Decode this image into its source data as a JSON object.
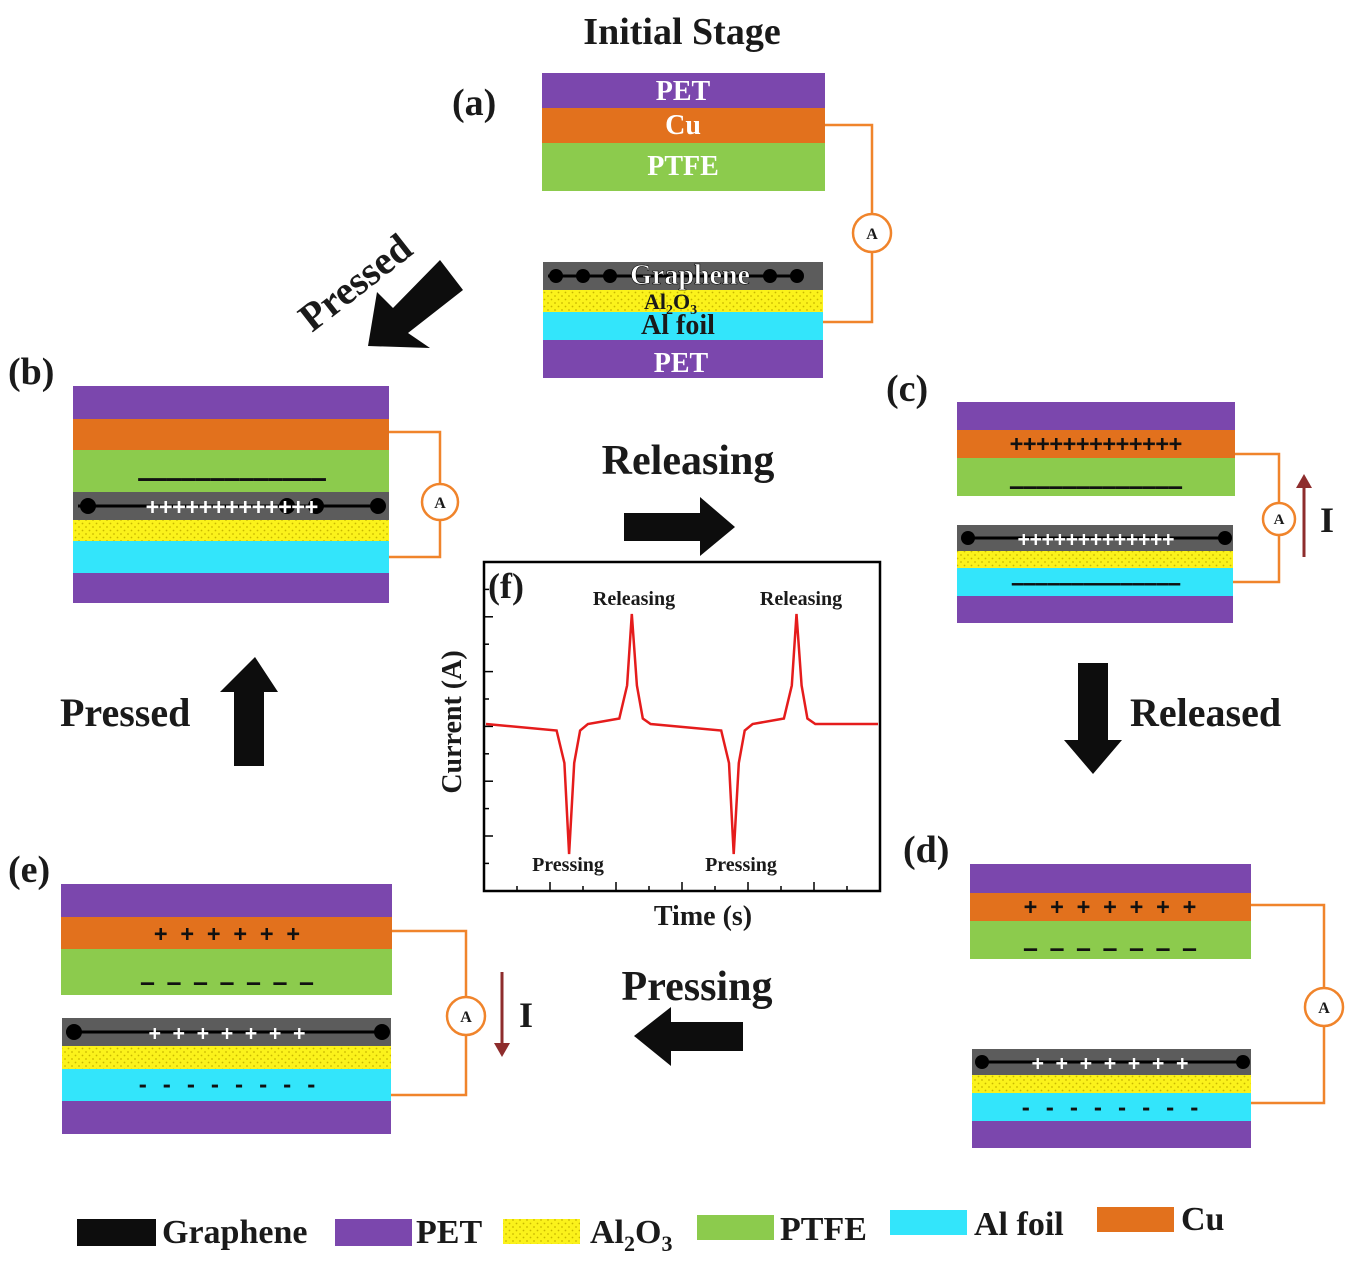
{
  "colors": {
    "pet": "#7b47ad",
    "cu": "#e2711d",
    "ptfe": "#8ccb4d",
    "al_foil": "#33e5fb",
    "al2o3": "#fbf21b",
    "graphene": "#0d0d0d",
    "graphene_band": "#5c5c5c",
    "wire": "#f0842b",
    "current_arrow": "#8e2d2d",
    "curve": "#e51c1c"
  },
  "title": "Initial Stage",
  "panels": {
    "a": "(a)",
    "b": "(b)",
    "c": "(c)",
    "d": "(d)",
    "e": "(e)",
    "f": "(f)"
  },
  "layers": {
    "pet": "PET",
    "cu": "Cu",
    "ptfe": "PTFE",
    "graphene": "Graphene",
    "al2o3_base": "Al",
    "al2o3_sub1": "2",
    "al2o3_mid": "O",
    "al2o3_sub2": "3",
    "al_foil": "Al foil"
  },
  "steps": {
    "pressed_top": "Pressed",
    "pressed_left": "Pressed",
    "releasing": "Releasing",
    "released": "Released",
    "pressing": "Pressing"
  },
  "meter": "A",
  "current": "I",
  "charges": {
    "b_ptfe": "–––––––––––––",
    "b_graphene": "+++++++++++++",
    "c_cu": "+++++++++++++",
    "c_ptfe": "–––––––––––––",
    "c_graphene": "+++++++++++++",
    "c_al": "––––––––––––––",
    "d_cu": "+ + + + + + +",
    "d_ptfe": "– – – – – – –",
    "d_graphene": "+ + + + + + +",
    "d_al": "- - - - - - - -",
    "e_cu": "+ + + + + +",
    "e_ptfe": "– – – – – – –",
    "e_graphene": "+ + + + + + +",
    "e_al": "- - - - - - - -"
  },
  "chart_data": {
    "type": "line",
    "xlabel": "Time (s)",
    "ylabel": "Current (A)",
    "x_ticks_labeled": false,
    "y_ticks_labeled": false,
    "baseline": 0,
    "annotations": [
      "Releasing",
      "Releasing",
      "Pressing",
      "Pressing"
    ],
    "series": [
      {
        "x": [
          0,
          0.18,
          0.2,
          0.212,
          0.225,
          0.24,
          0.26,
          0.34,
          0.36,
          0.372,
          0.385,
          0.4,
          0.42,
          0.6,
          0.62,
          0.632,
          0.645,
          0.66,
          0.68,
          0.76,
          0.78,
          0.792,
          0.805,
          0.82,
          0.84,
          1.0
        ],
        "y": [
          0,
          -0.05,
          -0.3,
          -1,
          -0.3,
          -0.05,
          0,
          0.05,
          0.35,
          1,
          0.35,
          0.05,
          0,
          -0.05,
          -0.3,
          -1,
          -0.3,
          -0.05,
          0,
          0.05,
          0.35,
          1,
          0.35,
          0.05,
          0,
          0
        ]
      }
    ]
  },
  "legend": [
    {
      "key": "graphene",
      "label": "Graphene"
    },
    {
      "key": "pet",
      "label": "PET"
    },
    {
      "key": "al2o3",
      "label": "Al",
      "sub": "2",
      "mid": "O",
      "sub2": "3"
    },
    {
      "key": "ptfe",
      "label": "PTFE"
    },
    {
      "key": "al_foil",
      "label": "Al foil"
    },
    {
      "key": "cu",
      "label": "Cu"
    }
  ]
}
